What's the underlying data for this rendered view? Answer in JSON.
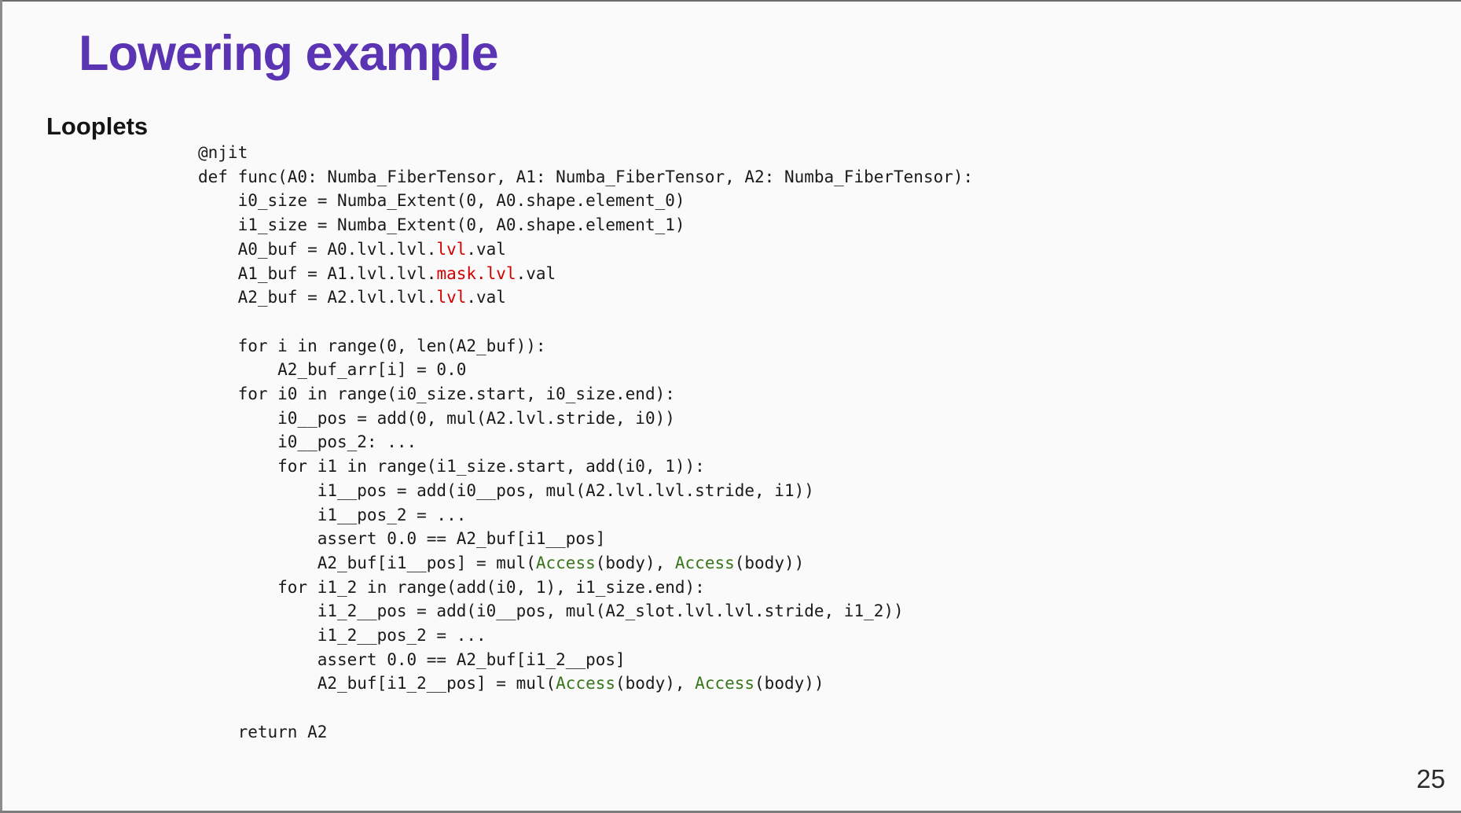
{
  "slide": {
    "title": "Lowering example",
    "section_label": "Looplets",
    "page_number": "25"
  },
  "colors": {
    "title": "#5b34b4",
    "code_default": "#1a1a1a",
    "code_red": "#d40000",
    "code_green": "#38761d",
    "background": "#fafafa"
  },
  "code": {
    "lines": [
      [
        {
          "t": "@njit"
        }
      ],
      [
        {
          "t": "def func(A0: Numba_FiberTensor, A1: Numba_FiberTensor, A2: Numba_FiberTensor):"
        }
      ],
      [
        {
          "t": "    i0_size = Numba_Extent(0, A0.shape.element_0)"
        }
      ],
      [
        {
          "t": "    i1_size = Numba_Extent(0, A0.shape.element_1)"
        }
      ],
      [
        {
          "t": "    A0_buf = A0.lvl.lvl."
        },
        {
          "t": "lvl",
          "c": "red"
        },
        {
          "t": ".val"
        }
      ],
      [
        {
          "t": "    A1_buf = A1.lvl.lvl."
        },
        {
          "t": "mask.lvl",
          "c": "red"
        },
        {
          "t": ".val"
        }
      ],
      [
        {
          "t": "    A2_buf = A2.lvl.lvl."
        },
        {
          "t": "lvl",
          "c": "red"
        },
        {
          "t": ".val"
        }
      ],
      [
        {
          "t": ""
        }
      ],
      [
        {
          "t": "    for i in range(0, len(A2_buf)):"
        }
      ],
      [
        {
          "t": "        A2_buf_arr[i] = 0.0"
        }
      ],
      [
        {
          "t": "    for i0 in range(i0_size.start, i0_size.end):"
        }
      ],
      [
        {
          "t": "        i0__pos = add(0, mul(A2.lvl.stride, i0))"
        }
      ],
      [
        {
          "t": "        i0__pos_2: ..."
        }
      ],
      [
        {
          "t": "        for i1 in range(i1_size.start, add(i0, 1)):"
        }
      ],
      [
        {
          "t": "            i1__pos = add(i0__pos, mul(A2.lvl.lvl.stride, i1))"
        }
      ],
      [
        {
          "t": "            i1__pos_2 = ..."
        }
      ],
      [
        {
          "t": "            assert 0.0 == A2_buf[i1__pos]"
        }
      ],
      [
        {
          "t": "            A2_buf[i1__pos] = mul("
        },
        {
          "t": "Access",
          "c": "green"
        },
        {
          "t": "(body), "
        },
        {
          "t": "Access",
          "c": "green"
        },
        {
          "t": "(body))"
        }
      ],
      [
        {
          "t": "        for i1_2 in range(add(i0, 1), i1_size.end):"
        }
      ],
      [
        {
          "t": "            i1_2__pos = add(i0__pos, mul(A2_slot.lvl.lvl.stride, i1_2))"
        }
      ],
      [
        {
          "t": "            i1_2__pos_2 = ..."
        }
      ],
      [
        {
          "t": "            assert 0.0 == A2_buf[i1_2__pos]"
        }
      ],
      [
        {
          "t": "            A2_buf[i1_2__pos] = mul("
        },
        {
          "t": "Access",
          "c": "green"
        },
        {
          "t": "(body), "
        },
        {
          "t": "Access",
          "c": "green"
        },
        {
          "t": "(body))"
        }
      ],
      [
        {
          "t": ""
        }
      ],
      [
        {
          "t": "    return A2"
        }
      ]
    ]
  }
}
